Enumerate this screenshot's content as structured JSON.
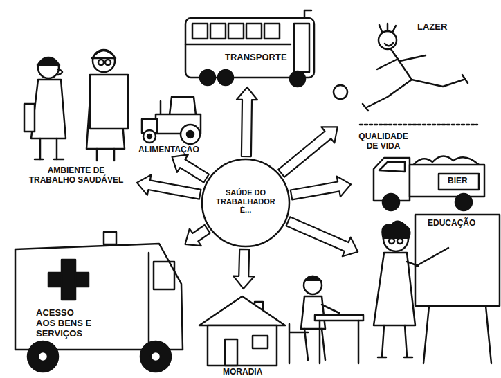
{
  "diagram": {
    "nodes": [
      {
        "text": [
          "SAÚDE DO TRABALHADOR É..."
        ]
      },
      {
        "text": [
          "TRANSPORTE"
        ]
      },
      {
        "text": [
          "LAZER"
        ]
      },
      {
        "text": [
          "ALIMENTAÇÃO"
        ]
      },
      {
        "text": [
          "AMBIENTE DE TRABALHO SAUDÁVEL"
        ]
      },
      {
        "text": [
          "QUALIDADE DE VIDA",
          "BIER"
        ]
      },
      {
        "text": [
          "EDUCAÇÃO"
        ]
      },
      {
        "text": [
          "ACESSO AOS BENS E SERVIÇOS"
        ]
      },
      {
        "text": [
          "MORADIA"
        ]
      }
    ],
    "edges": [
      {
        "from": 0,
        "to": 1,
        "arrow": "to"
      },
      {
        "from": 0,
        "to": 2,
        "arrow": "to"
      },
      {
        "from": 0,
        "to": 3,
        "arrow": "to"
      },
      {
        "from": 0,
        "to": 4,
        "arrow": "to"
      },
      {
        "from": 0,
        "to": 5,
        "arrow": "to"
      },
      {
        "from": 0,
        "to": 6,
        "arrow": "to"
      },
      {
        "from": 0,
        "to": 7,
        "arrow": "to"
      },
      {
        "from": 0,
        "to": 8,
        "arrow": "to"
      }
    ]
  }
}
